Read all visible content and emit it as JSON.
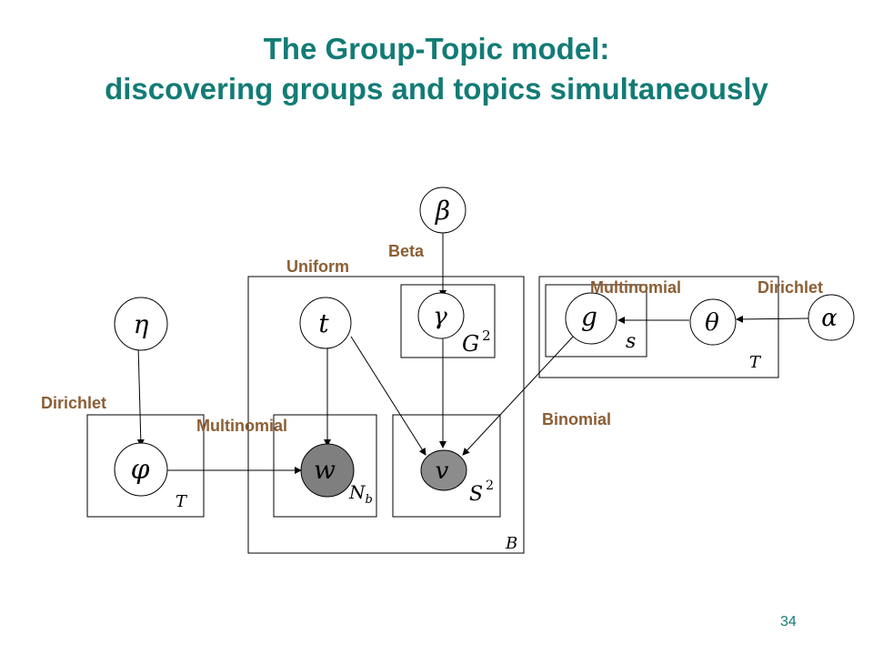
{
  "title": {
    "line1": "The Group-Topic model:",
    "line2": "discovering groups and topics simultaneously"
  },
  "labels": {
    "beta_dist": "Beta",
    "uniform_dist": "Uniform",
    "multinomial_top": "Multinomial",
    "dirichlet_right": "Dirichlet",
    "dirichlet_left": "Dirichlet",
    "multinomial_mid": "Multinomial",
    "binomial": "Binomial"
  },
  "nodes": {
    "beta": "β",
    "eta": "η",
    "t": "t",
    "gamma": "γ",
    "g": "g",
    "theta": "θ",
    "alpha": "α",
    "phi": "φ",
    "w": "w",
    "v": "v"
  },
  "plates": {
    "G2": {
      "base": "G",
      "sup": "2"
    },
    "s": "s",
    "T_right": "T",
    "T_left": "T",
    "Nb": {
      "base": "N",
      "sub": "b"
    },
    "S2": {
      "base": "S",
      "sup": "2"
    },
    "B": "B"
  },
  "colors": {
    "title": "#137b76",
    "label": "#8b5e34",
    "observed_w": "#7f7f7f",
    "observed_v": "#8c8c8c"
  },
  "page_number": "34"
}
